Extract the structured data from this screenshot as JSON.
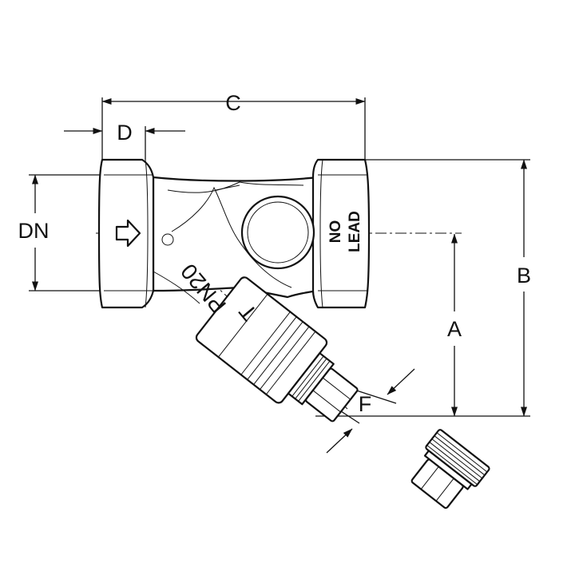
{
  "dimensions": {
    "c": "C",
    "d": "D",
    "dn": "DN",
    "b": "B",
    "a": "A",
    "f": "F"
  },
  "body_markings": {
    "no": "NO",
    "lead": "LEAD",
    "pressure": "PN20",
    "mark": "T"
  },
  "colors": {
    "line": "#111111",
    "background": "#ffffff"
  }
}
